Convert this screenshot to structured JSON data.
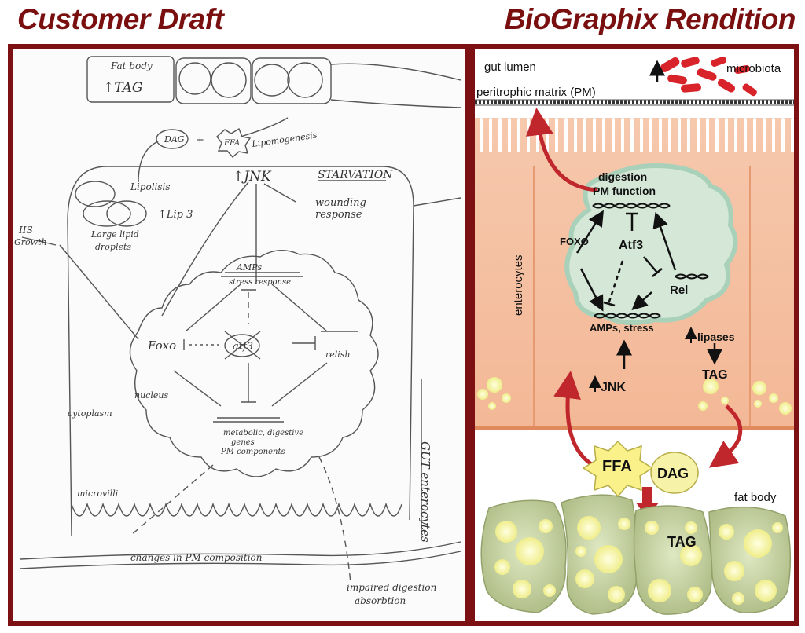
{
  "headers": {
    "left": "Customer Draft",
    "right": "BioGraphix Rendition"
  },
  "colors": {
    "frame": "#7c1012",
    "title": "#7a0f10",
    "enterocyte": "#f7c5a6",
    "nucleus": "#d9ead9",
    "fat": "#c6d3a2",
    "droplet": "#f4f3a4",
    "microbiota": "#d8232a",
    "arrow_red": "#c0272d"
  },
  "draft": {
    "fat_body": "Fat body",
    "tag": "↑TAG",
    "dag": "DAG",
    "plus": "+",
    "ffa": "FFA",
    "lipomogenesis": "Lipomogenesis",
    "lipolisis": "Lipolisis",
    "jnk": "↑JNK",
    "starvation": "STARVATION",
    "wounding_1": "wounding",
    "wounding_2": "response",
    "lip3": "↑Lip 3",
    "large_lipid_1": "Large lipid",
    "large_lipid_2": "droplets",
    "iis": "IIS",
    "growth": "Growth",
    "amps_1": "AMPs",
    "amps_2": "stress response",
    "foxo": "Foxo",
    "atf3": "atf3",
    "relish": "relish",
    "nucleus": "nucleus",
    "cytoplasm": "cytoplasm",
    "metabolic_1": "metabolic, digestive",
    "metabolic_2": "genes",
    "metabolic_3": "PM components",
    "gut_enterocytes": "GUT enterocytes",
    "microvilli": "microvilli",
    "changes": "changes in PM composition",
    "impaired_1": "impaired digestion",
    "impaired_2": "absorbtion"
  },
  "rendition": {
    "gut_lumen": "gut lumen",
    "microbiota": "microbiota",
    "pm": "peritrophic matrix (PM)",
    "digestion": "digestion",
    "pm_function": "PM function",
    "foxo": "FOXO",
    "atf3": "Atf3",
    "rel": "Rel",
    "amps": "AMPs, stress",
    "enterocytes": "enterocytes",
    "lipases": "lipases",
    "jnk": "JNK",
    "tag_upper": "TAG",
    "ffa": "FFA",
    "dag": "DAG",
    "fat_body": "fat body",
    "tag_lower": "TAG"
  }
}
